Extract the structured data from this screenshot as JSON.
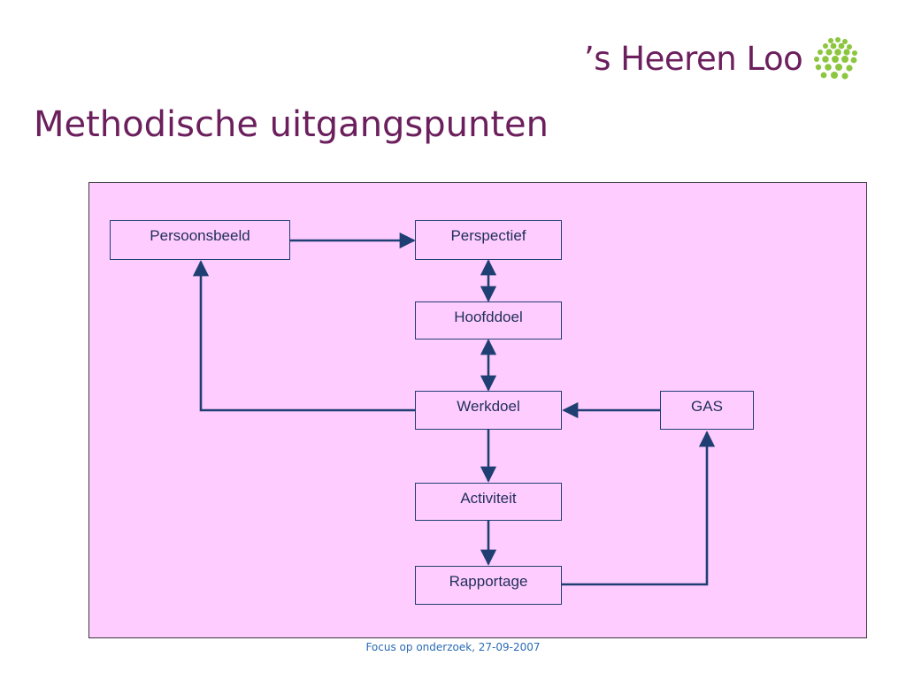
{
  "logo": {
    "text": "’s Heeren Loo",
    "mark_color": "#8cc63f"
  },
  "slide": {
    "title": "Methodische uitgangspunten"
  },
  "diagram": {
    "nodes": {
      "persoonsbeeld": "Persoonsbeeld",
      "perspectief": "Perspectief",
      "hoofddoel": "Hoofddoel",
      "werkdoel": "Werkdoel",
      "gas": "GAS",
      "activiteit": "Activiteit",
      "rapportage": "Rapportage"
    },
    "edges": [
      {
        "from": "persoonsbeeld",
        "to": "perspectief"
      },
      {
        "from": "perspectief",
        "to": "hoofddoel",
        "bidirectional": true
      },
      {
        "from": "hoofddoel",
        "to": "werkdoel",
        "bidirectional": true
      },
      {
        "from": "werkdoel",
        "to": "persoonsbeeld"
      },
      {
        "from": "gas",
        "to": "werkdoel"
      },
      {
        "from": "werkdoel",
        "to": "activiteit"
      },
      {
        "from": "activiteit",
        "to": "rapportage"
      },
      {
        "from": "rapportage",
        "to": "gas"
      }
    ],
    "colors": {
      "background": "#ffccff",
      "line": "#1f3f73",
      "text": "#1f2f5a"
    }
  },
  "footer": {
    "text": "Focus op onderzoek, 27-09-2007"
  }
}
